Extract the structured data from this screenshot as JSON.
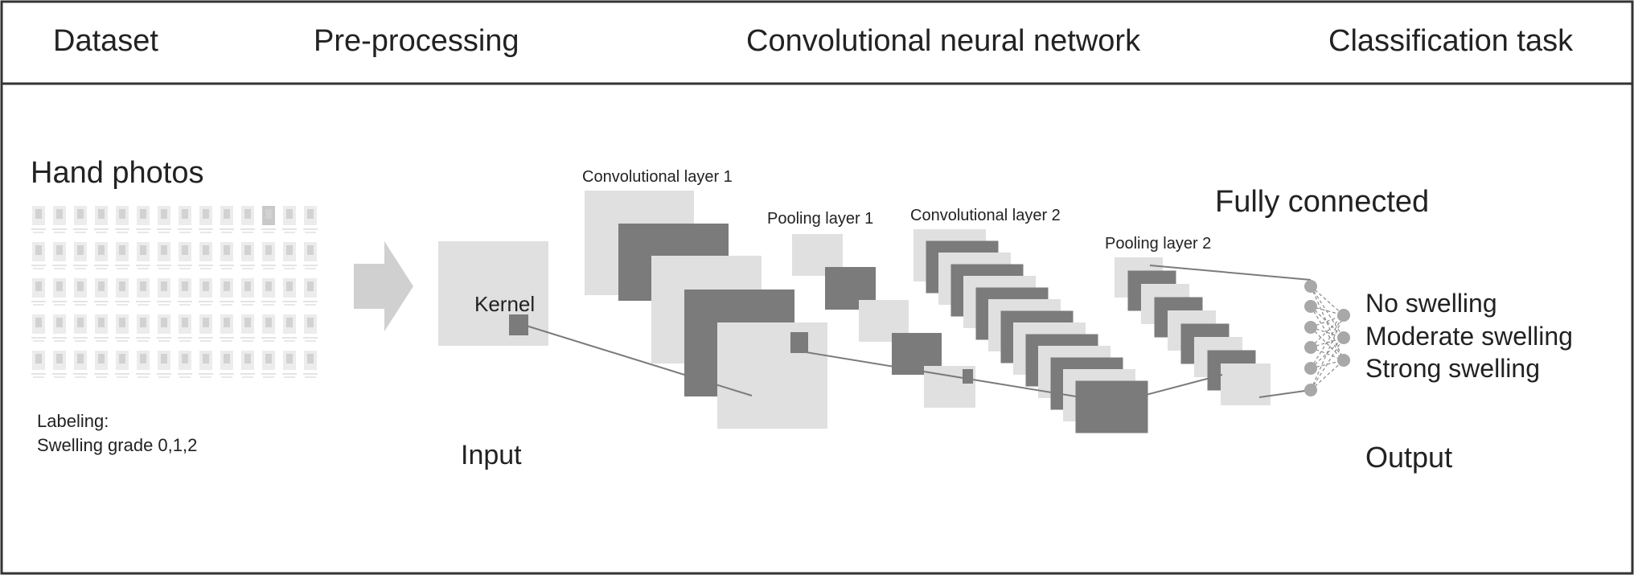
{
  "header": {
    "dataset": "Dataset",
    "preprocessing": "Pre-processing",
    "cnn": "Convolutional neural network",
    "classification": "Classification task"
  },
  "dataset_panel": {
    "title": "Hand photos",
    "labeling_line1": "Labeling:",
    "labeling_line2": "Swelling grade 0,1,2"
  },
  "preprocessing_panel": {
    "kernel": "Kernel",
    "input": "Input"
  },
  "cnn_panel": {
    "conv1": "Convolutional layer 1",
    "pool1": "Pooling layer 1",
    "conv2": "Convolutional layer 2",
    "pool2": "Pooling layer 2"
  },
  "classification_panel": {
    "fully_connected": "Fully connected",
    "outputs": [
      "No swelling",
      "Moderate swelling",
      "Strong swelling"
    ],
    "output": "Output"
  },
  "colors": {
    "light_map": "#e0e0e0",
    "dark_map": "#7b7b7b",
    "arrow": "#d0d0d0",
    "node": "#a8a8a8",
    "border": "#333333"
  }
}
